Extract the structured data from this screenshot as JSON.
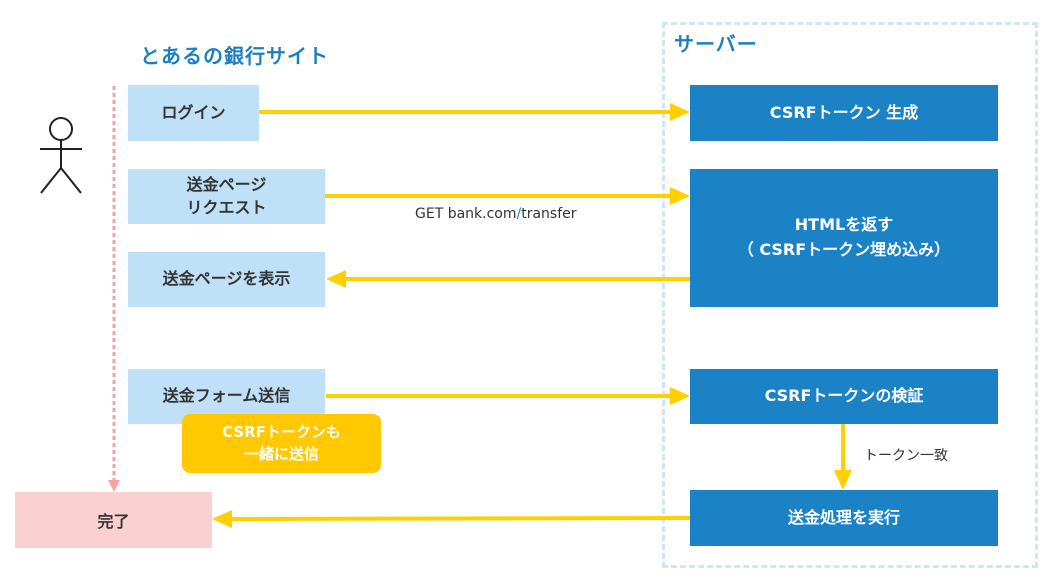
{
  "client": {
    "title": "とあるの銀行サイト",
    "steps": {
      "login": "ログイン",
      "request": "送金ページ\nリクエスト",
      "display": "送金ページを表示",
      "submit": "送金フォーム送信"
    },
    "note": "CSRFトークンも\n一緒に送信",
    "done": "完了"
  },
  "server": {
    "title": "サーバー",
    "generate": "CSRFトークン 生成",
    "return_html": "HTMLを返す\n（ CSRFトークン埋め込み）",
    "verify": "CSRFトークンの検証",
    "execute": "送金処理を実行"
  },
  "labels": {
    "url_prefix": "GET bank.com",
    "url_sep": "/",
    "url_path": "transfer",
    "match": "トークン一致"
  },
  "colors": {
    "accent_blue": "#1b82c6",
    "client_box": "#bfe0f6",
    "arrow": "#ffd000",
    "done_box": "#fad0d0",
    "timeline": "#f4a3a3"
  }
}
